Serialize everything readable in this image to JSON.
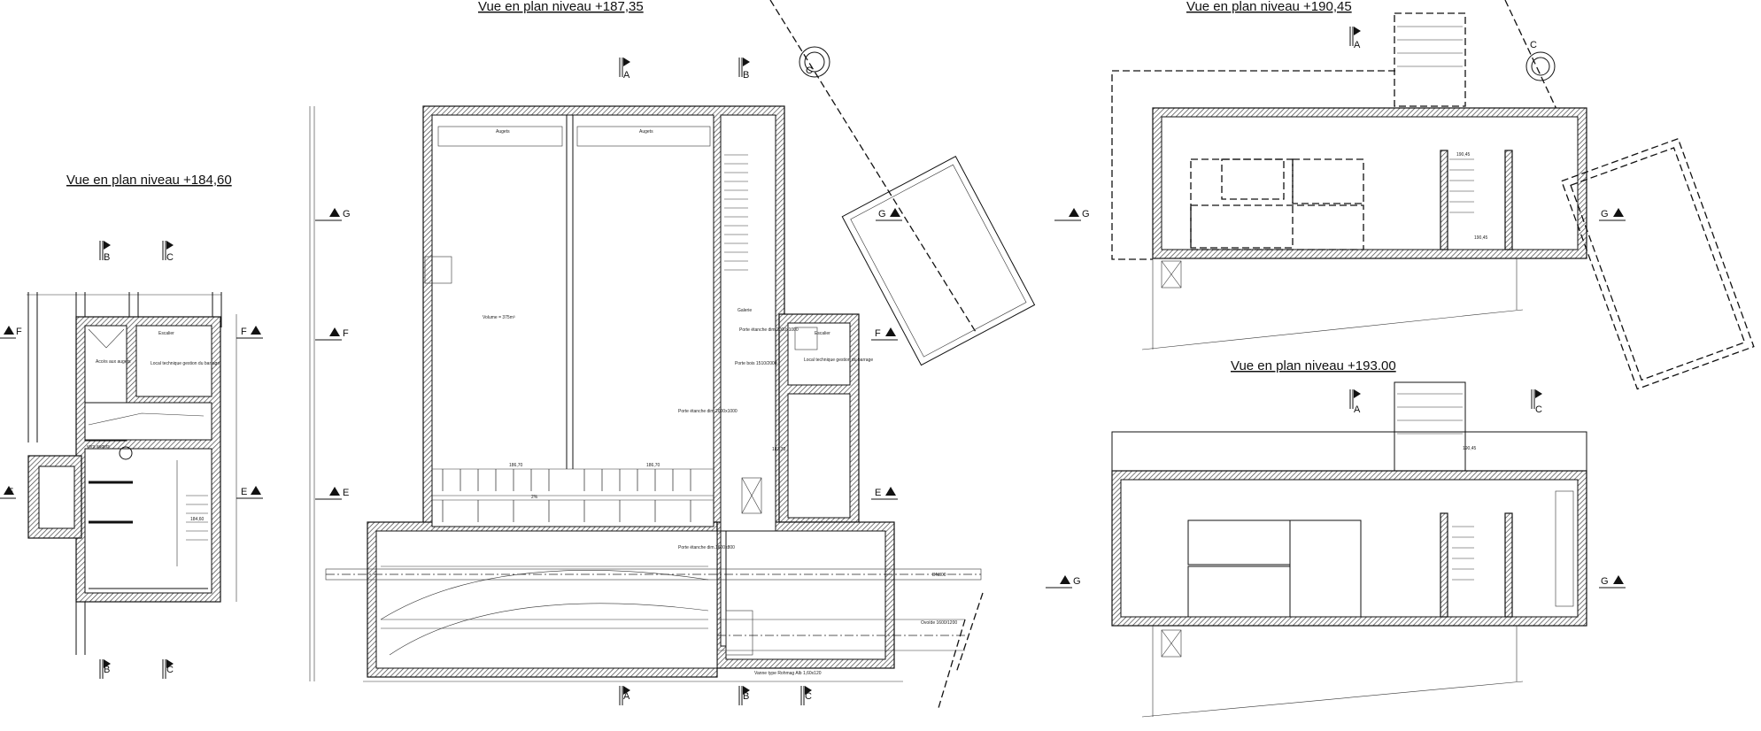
{
  "plans": [
    {
      "title": "Vue en plan niveau +184,60"
    },
    {
      "title": "Vue en plan niveau +187,35"
    },
    {
      "title": "Vue en plan niveau +190,45"
    },
    {
      "title": "Vue en plan niveau +193.00"
    }
  ],
  "sections": {
    "A": "A",
    "B": "B",
    "C": "C",
    "E": "E",
    "F": "F",
    "G": "G"
  },
  "labels": {
    "escalier": "Escalier",
    "local_technique": "Local technique gestion du barrage",
    "acces_augets": "Accès aux augets",
    "vers_augets": "vers augets",
    "volume": "Volume = 375m³",
    "augets": "Augets",
    "galerie": "Galerie",
    "porte_etanche": "Porte étanche dim.2000x1000",
    "porte_etanche_2": "Porte étanche dim.1600x800",
    "porte_bois": "Porte bois 1510/2000",
    "vanne": "Vanne type Rohmag Alb 1,60x120",
    "ovoide": "Ovoïde 1600/1200",
    "dn800": "DN800",
    "elev_186_70": "186,70",
    "elev_187_30": "187,30",
    "elev_190_45": "190,45",
    "elev_184_60": "184,60",
    "pente": "2%"
  }
}
